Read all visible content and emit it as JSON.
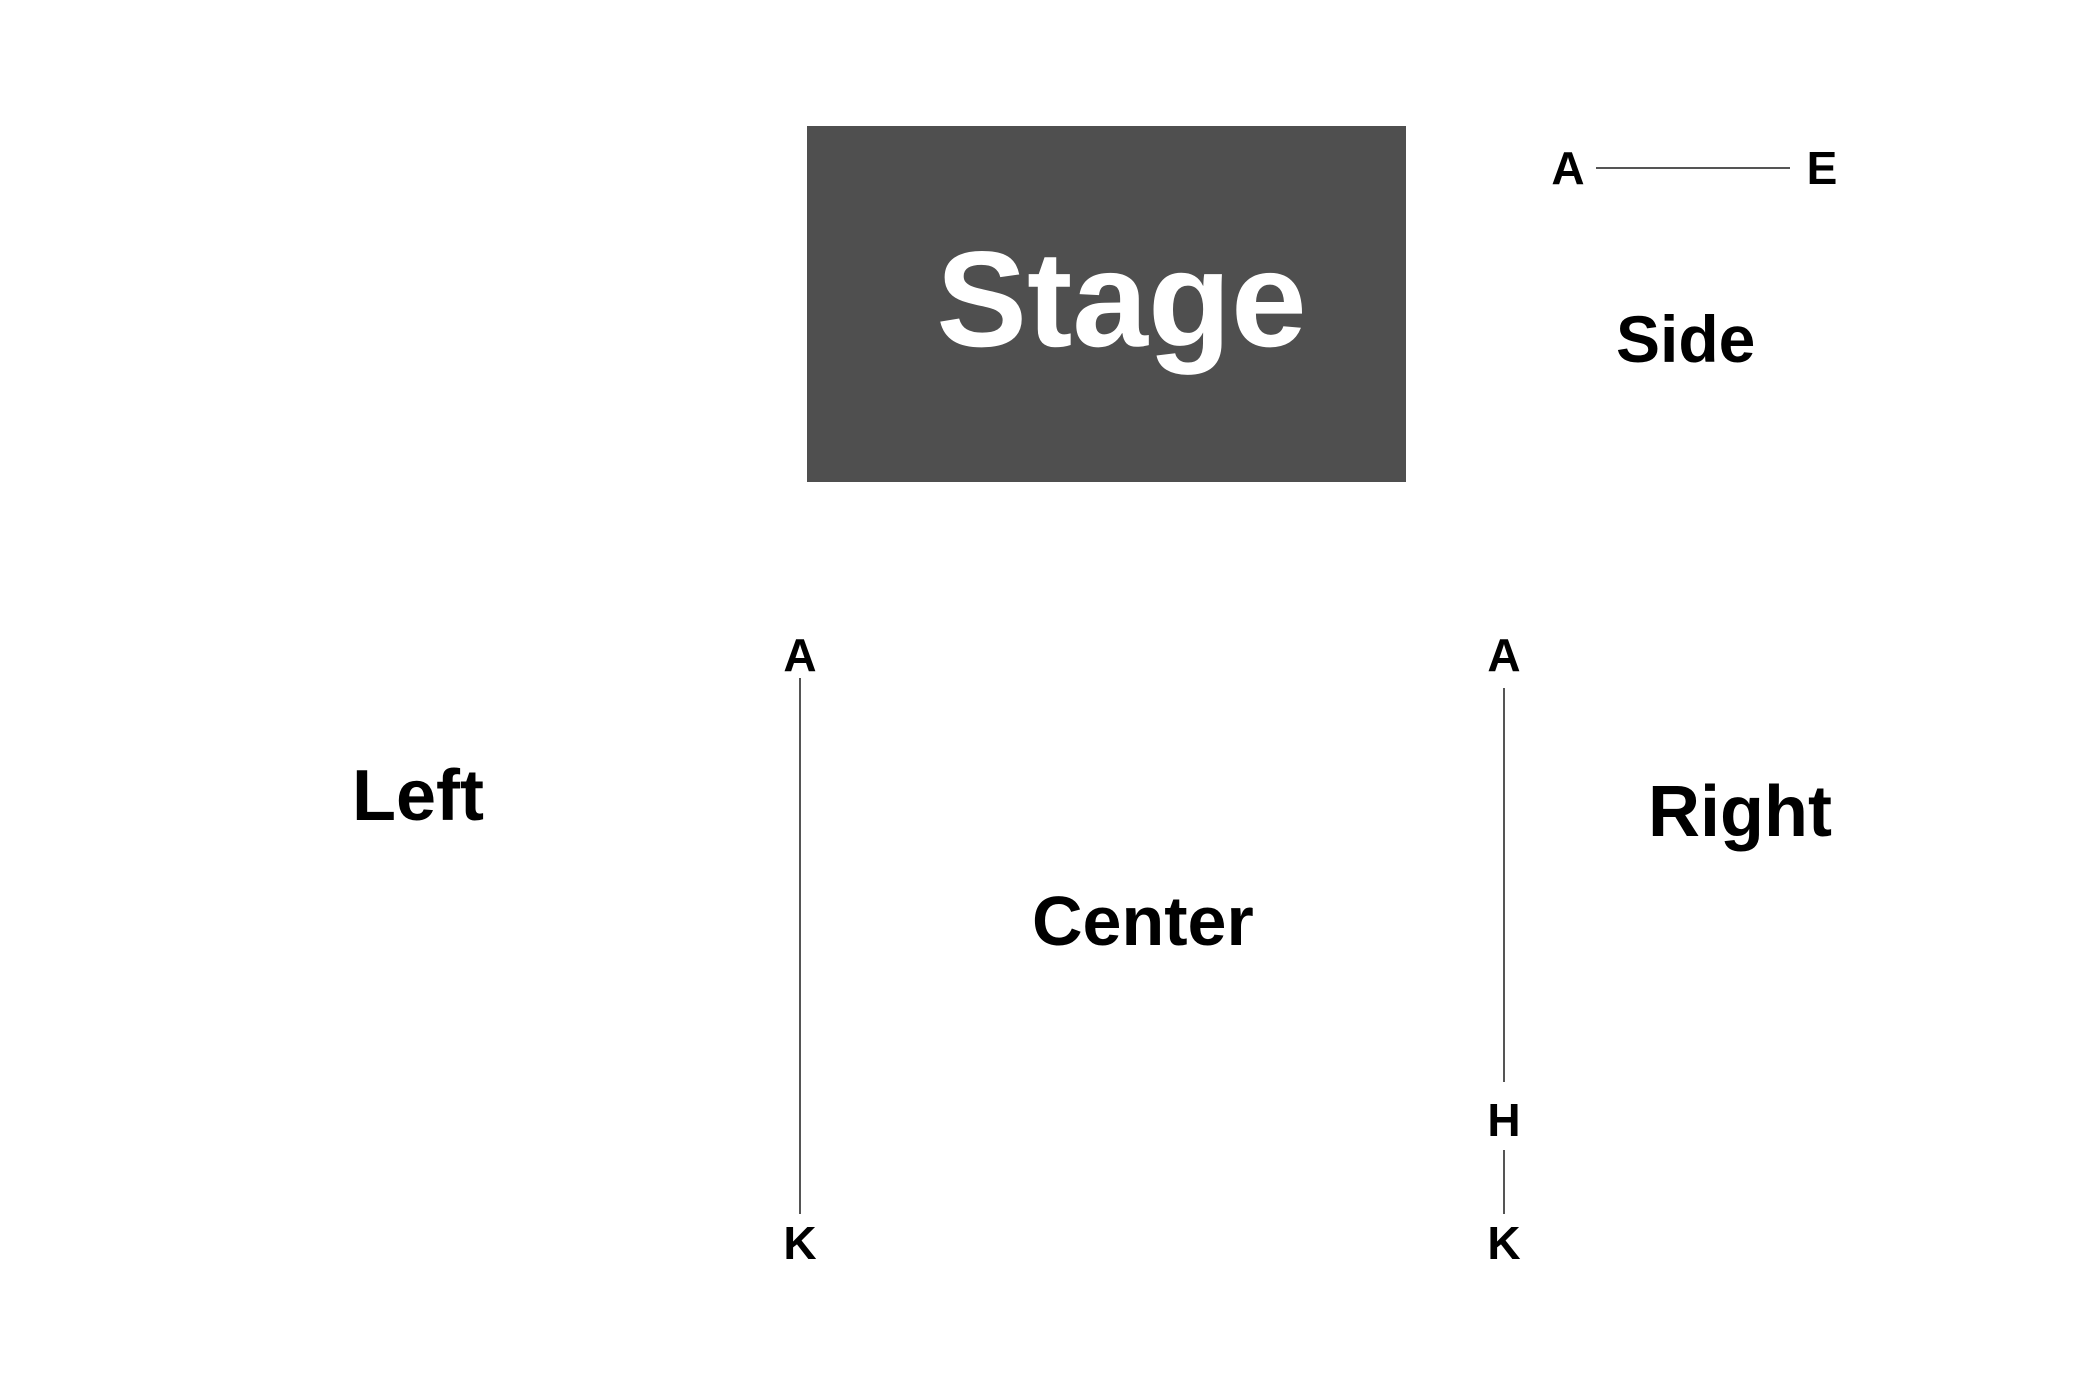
{
  "stage": {
    "label": "Stage"
  },
  "sections": {
    "side": {
      "label": "Side",
      "row_start": "A",
      "row_end": "E"
    },
    "left": {
      "label": "Left"
    },
    "center": {
      "label": "Center",
      "row_start": "A",
      "row_end": "K"
    },
    "right": {
      "label": "Right",
      "row_start": "A",
      "row_mid": "H",
      "row_end": "K"
    }
  },
  "colors": {
    "stage_fill": "#4f4f4f",
    "stage_text": "#ffffff",
    "label_text": "#000000",
    "row_line": "#555555",
    "background": "#ffffff"
  }
}
